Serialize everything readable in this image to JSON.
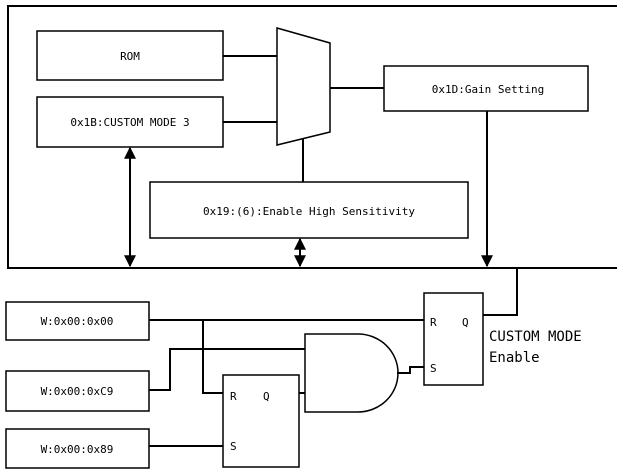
{
  "blocks": {
    "rom": "ROM",
    "custom_mode_3": "0x1B:CUSTOM MODE 3",
    "gain_setting": "0x1D:Gain Setting",
    "enable_high_sensitivity": "0x19:(6):Enable High Sensitivity"
  },
  "writes": {
    "w1": "W:0x00:0x00",
    "w2": "W:0x00:0xC9",
    "w3": "W:0x00:0x89"
  },
  "flipflop_pins": {
    "r": "R",
    "q": "Q",
    "s": "S"
  },
  "output_label": {
    "line1": "CUSTOM MODE",
    "line2": "Enable"
  }
}
